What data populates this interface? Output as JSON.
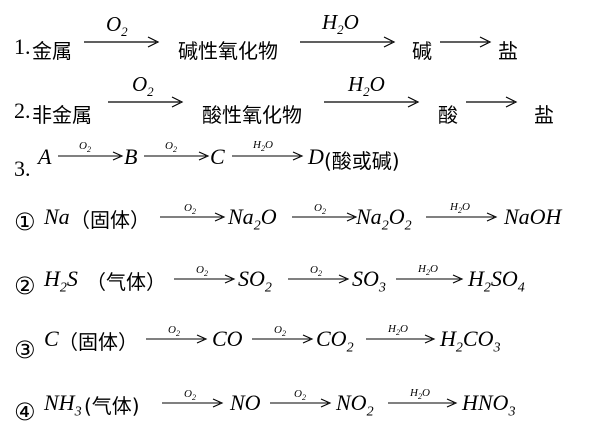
{
  "lines": {
    "l1": {
      "number": "1.",
      "start": "金属",
      "a1_label": "O",
      "a1_sub": "2",
      "step2": "碱性氧化物",
      "a2_label_h": "H",
      "a2_label_sub": "2",
      "a2_label_o": "O",
      "step3": "碱",
      "end": "盐"
    },
    "l2": {
      "number": "2.",
      "start": "非金属",
      "a1_label": "O",
      "a1_sub": "2",
      "step2": "酸性氧化物",
      "a2_label_h": "H",
      "a2_label_sub": "2",
      "a2_label_o": "O",
      "step3": "酸",
      "end": "盐"
    },
    "l3": {
      "number": "3.",
      "a": "A",
      "o2": "O",
      "o2_sub": "2",
      "b": "B",
      "c": "C",
      "h2o_h": "H",
      "h2o_sub": "2",
      "h2o_o": "O",
      "d": "D",
      "d_note": "(酸或碱)"
    },
    "ex1": {
      "marker": "①",
      "s1": "Na",
      "s1_state": "（固体）",
      "s2": "Na",
      "s2_sub": "2",
      "s2_tail": "O",
      "s3": "Na",
      "s3_sub1": "2",
      "s3_mid": "O",
      "s3_sub2": "2",
      "s4": "NaOH"
    },
    "ex2": {
      "marker": "②",
      "s1_h": "H",
      "s1_sub": "2",
      "s1_s": "S",
      "s1_state": "（气体）",
      "s2": "SO",
      "s2_sub": "2",
      "s3": "SO",
      "s3_sub": "3",
      "s4_h": "H",
      "s4_sub": "2",
      "s4_so": "SO",
      "s4_sub2": "4"
    },
    "ex3": {
      "marker": "③",
      "s1": "C",
      "s1_state": "（固体）",
      "s2": "CO",
      "s3": "CO",
      "s3_sub": "2",
      "s4_h": "H",
      "s4_sub": "2",
      "s4_co": "CO",
      "s4_sub2": "3"
    },
    "ex4": {
      "marker": "④",
      "s1": "NH",
      "s1_sub": "3",
      "s1_state": "(气体)",
      "s2": "NO",
      "s3": "NO",
      "s3_sub": "2",
      "s4": "HNO",
      "s4_sub": "3"
    }
  }
}
